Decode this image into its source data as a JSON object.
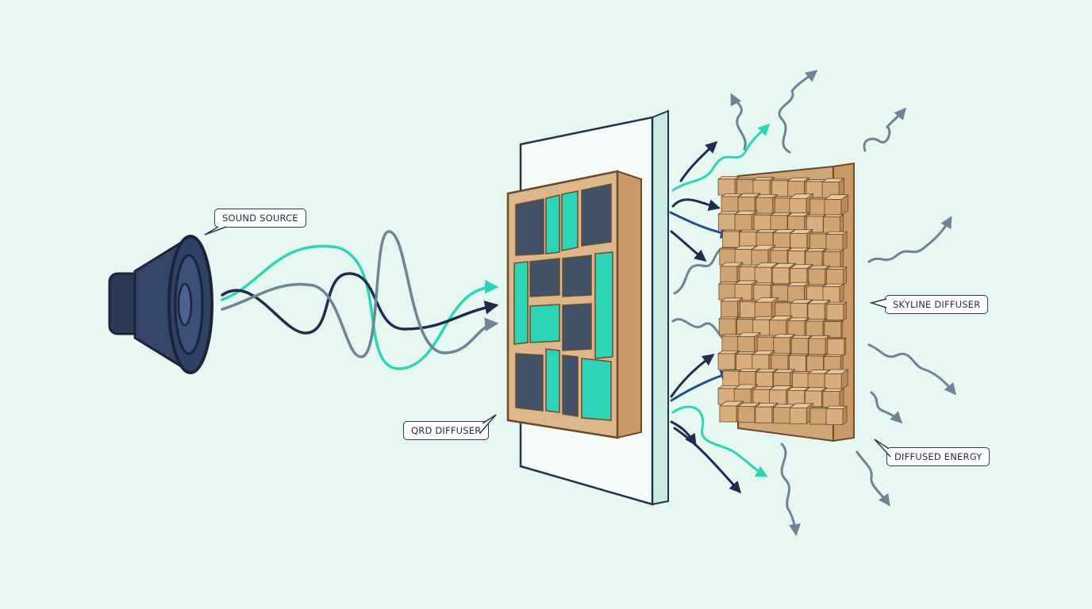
{
  "labels": {
    "sound_source": "SOUND SOURCE",
    "qrd_diffuser": "QRD DIFFUSER",
    "skyline_diffuser": "SKYLINE DIFFUSER",
    "diffused_energy": "DIFFUSED ENERGY"
  },
  "icons": {
    "speaker": "speaker-icon",
    "qrd_panel": "qrd-diffuser-panel",
    "skyline_panel": "skyline-diffuser-panel"
  },
  "colors": {
    "background": "#e6f7f2",
    "wave_teal": "#2ed4b8",
    "wave_navy": "#1f2d4d",
    "wave_slate": "#6b8595",
    "wood": "#d9b58a",
    "speaker": "#2b3a55"
  }
}
